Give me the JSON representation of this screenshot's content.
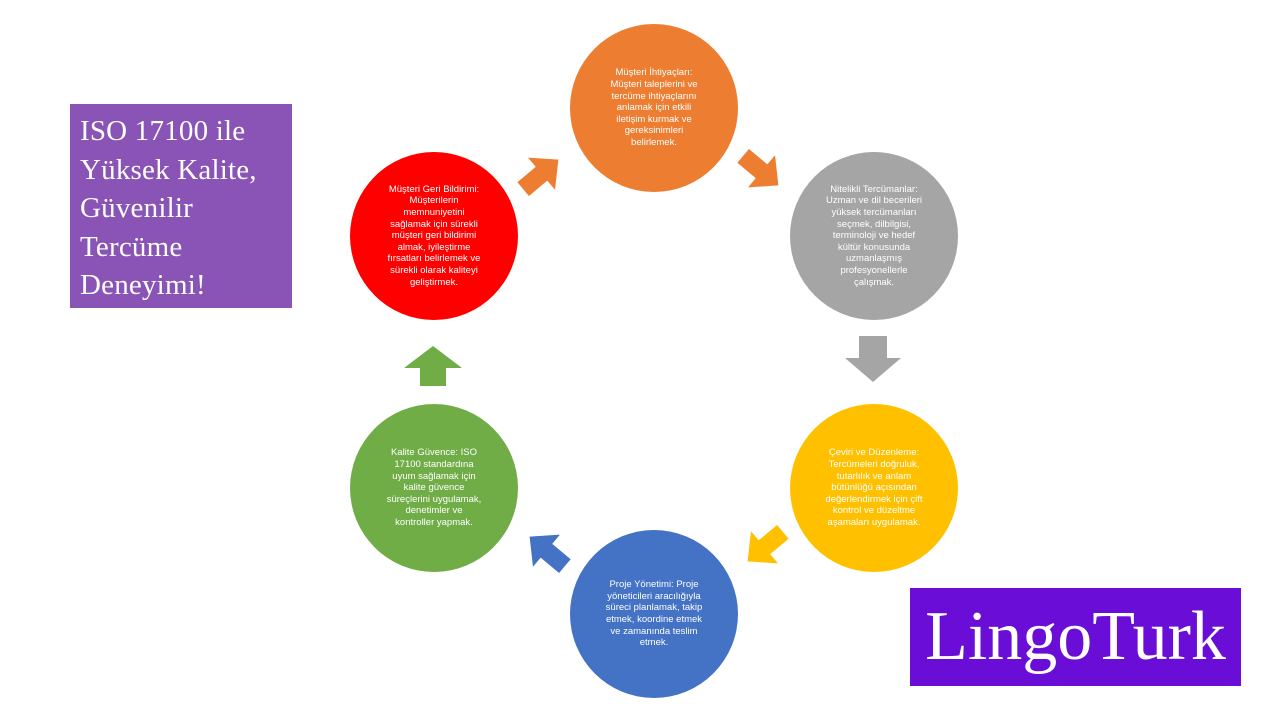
{
  "title": {
    "lines": [
      "ISO 17100 ile",
      "Yüksek Kalite,",
      "Güvenilir",
      "Tercüme",
      "Deneyimi!"
    ]
  },
  "logo": {
    "text": "LingoTurk"
  },
  "cycle": {
    "nodes": [
      {
        "key": "customer-needs",
        "color": "#ed7d31",
        "lines": [
          "Müşteri İhtiyaçları:",
          "Müşteri taleplerini ve",
          "tercüme ihtiyaçlarını",
          "anlamak için etkili",
          "iletişim kurmak ve",
          "gereksinimleri",
          "belirlemek."
        ]
      },
      {
        "key": "translators",
        "color": "#a5a5a5",
        "lines": [
          "Nitelikli Tercümanlar:",
          "Uzman ve dil becerileri",
          "yüksek tercümanları",
          "seçmek, dilbilgisi,",
          "terminoloji ve hedef",
          "kültür konusunda",
          "uzmanlaşmış",
          "profesyonellerle",
          "çalışmak."
        ]
      },
      {
        "key": "translation",
        "color": "#ffc000",
        "lines": [
          "Çeviri ve Düzenleme:",
          "Tercümeleri doğruluk,",
          "tutarlılık ve anlam",
          "bütünlüğü açısından",
          "değerlendirmek için çift",
          "kontrol ve düzeltme",
          "aşamaları uygulamak."
        ]
      },
      {
        "key": "project",
        "color": "#4472c4",
        "lines": [
          "Proje Yönetimi: Proje",
          "yöneticileri aracılığıyla",
          "süreci planlamak, takip",
          "etmek, koordine etmek",
          "ve zamanında teslim",
          "etmek."
        ]
      },
      {
        "key": "quality",
        "color": "#70ad47",
        "lines": [
          "Kalite Güvence: ISO",
          "17100 standardına",
          "uyum sağlamak için",
          "kalite güvence",
          "süreçlerini uygulamak,",
          "denetimler ve",
          "kontroller yapmak."
        ]
      },
      {
        "key": "feedback",
        "color": "#ff0000",
        "lines": [
          "Müşteri Geri Bildirimi:",
          "Müşterilerin",
          "memnuniyetini",
          "sağlamak için sürekli",
          "müşteri geri bildirimi",
          "almak, iyileştirme",
          "fırsatları belirlemek ve",
          "sürekli olarak kaliteyi",
          "geliştirmek."
        ]
      }
    ],
    "arrow_colors": [
      "#ed7d31",
      "#a5a5a5",
      "#ffc000",
      "#4472c4",
      "#70ad47",
      "#ed7d31"
    ]
  }
}
